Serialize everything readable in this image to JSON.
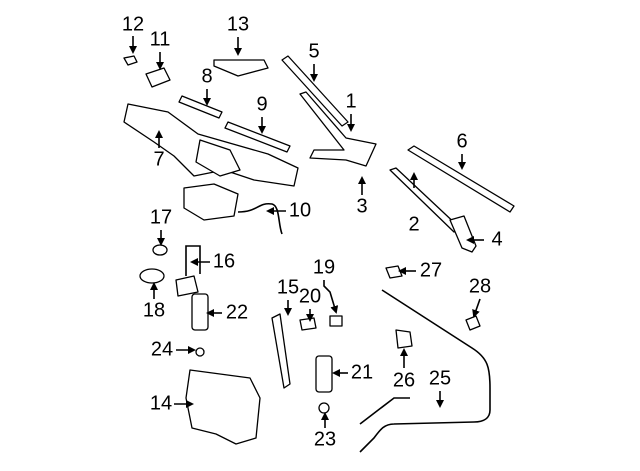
{
  "diagram": {
    "title": "Windshield wiper and washer components",
    "callouts": [
      "1",
      "2",
      "3",
      "4",
      "5",
      "6",
      "7",
      "8",
      "9",
      "10",
      "11",
      "12",
      "13",
      "14",
      "15",
      "16",
      "17",
      "18",
      "19",
      "20",
      "21",
      "22",
      "23",
      "24",
      "25",
      "26",
      "27",
      "28"
    ]
  }
}
